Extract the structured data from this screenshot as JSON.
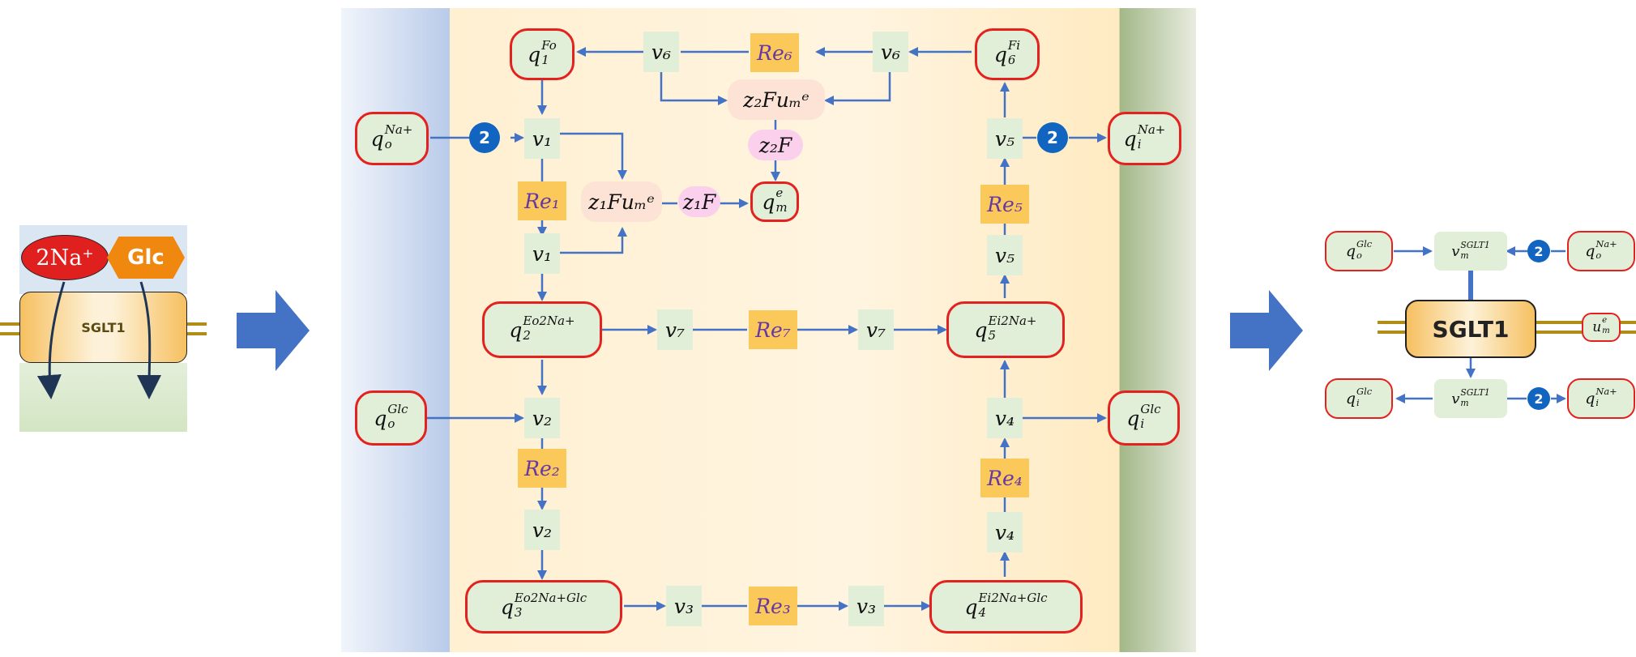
{
  "left_panel": {
    "na_label": "2Na⁺",
    "glc_label": "Glc",
    "transporter_label": "SGLT1"
  },
  "center": {
    "badge_label": "2",
    "states": {
      "q1": {
        "base": "q",
        "sub": "1",
        "sup": "Fo"
      },
      "q6": {
        "base": "q",
        "sub": "6",
        "sup": "Fi"
      },
      "q_o_na": {
        "base": "q",
        "sub": "o",
        "sup": "Na+"
      },
      "q_i_na": {
        "base": "q",
        "sub": "i",
        "sup": "Na+"
      },
      "q_m_e": {
        "base": "q",
        "sub": "m",
        "sup": "e"
      },
      "q2": {
        "base": "q",
        "sub": "2",
        "sup": "Eo2Na+"
      },
      "q5": {
        "base": "q",
        "sub": "5",
        "sup": "Ei2Na+"
      },
      "q_o_glc": {
        "base": "q",
        "sub": "o",
        "sup": "Glc"
      },
      "q_i_glc": {
        "base": "q",
        "sub": "i",
        "sup": "Glc"
      },
      "q3": {
        "base": "q",
        "sub": "3",
        "sup": "Eo2Na+Glc"
      },
      "q4": {
        "base": "q",
        "sub": "4",
        "sup": "Ei2Na+Glc"
      }
    },
    "v_labels": {
      "v1": "v₁",
      "v2": "v₂",
      "v3": "v₃",
      "v4": "v₄",
      "v5": "v₅",
      "v6": "v₆",
      "v7": "v₇"
    },
    "re_labels": {
      "re1": "Re₁",
      "re2": "Re₂",
      "re3": "Re₃",
      "re4": "Re₄",
      "re5": "Re₅",
      "re6": "Re₆",
      "re7": "Re₇"
    },
    "z1_fu": "z₁Fuₘᵉ",
    "z1_f": "z₁F",
    "z2_fu": "z₂Fuₘᵉ",
    "z2_f": "z₂F"
  },
  "right_panel": {
    "badge_label": "2",
    "transporter_label": "SGLT1",
    "q_o_glc": {
      "base": "q",
      "sub": "o",
      "sup": "Glc"
    },
    "q_o_na": {
      "base": "q",
      "sub": "o",
      "sup": "Na+"
    },
    "q_i_glc": {
      "base": "q",
      "sub": "i",
      "sup": "Glc"
    },
    "q_i_na": {
      "base": "q",
      "sub": "i",
      "sup": "Na+"
    },
    "v_top": {
      "base": "v",
      "sub": "m",
      "sup": "SGLT1"
    },
    "v_bottom": {
      "base": "v",
      "sub": "m",
      "sup": "SGLT1"
    },
    "u_m_e": {
      "base": "u",
      "sub": "m",
      "sup": "e"
    }
  },
  "colors": {
    "state_border": "#e3221f",
    "state_fill": "#e1eed8",
    "re_fill": "#fbc95a",
    "arrow": "#4472c4",
    "badge": "#1165c0",
    "membrane": "#b18d17"
  }
}
